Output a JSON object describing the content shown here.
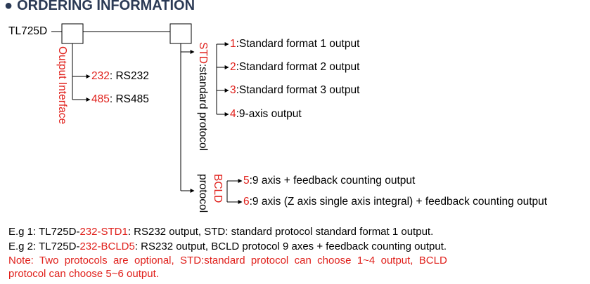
{
  "heading": "ORDERING INFORMATION",
  "model": "TL725D",
  "interface_label": "Output Interface",
  "interfaces": [
    {
      "code": "232",
      "text": ": RS232"
    },
    {
      "code": "485",
      "text": ": RS485"
    }
  ],
  "std_code": "STD",
  "std_label": ":standard protocol",
  "bcld_code": "BCLD",
  "bcld_label": "protocol",
  "std_outputs": [
    {
      "code": "1",
      "text": ":Standard format 1 output"
    },
    {
      "code": "2",
      "text": ":Standard format 2 output"
    },
    {
      "code": "3",
      "text": ":Standard format 3 output"
    },
    {
      "code": "4",
      "text": ":9-axis output"
    }
  ],
  "bcld_outputs": [
    {
      "code": "5",
      "text": ":9 axis + feedback counting output"
    },
    {
      "code": "6",
      "text": ":9 axis (Z axis single axis integral) + feedback counting output"
    }
  ],
  "examples": [
    {
      "prefix": "E.g 1: TL725D-",
      "code1": "232",
      "dash": "-",
      "code2": "STD1",
      "rest": ": RS232 output, STD: standard protocol standard format 1 output."
    },
    {
      "prefix": "E.g 2: TL725D-",
      "code1": "232",
      "dash": "-",
      "code2": "BCLD5",
      "rest": ": RS232 output, BCLD protocol 9 axes + feedback counting output."
    }
  ],
  "note_line1": "Note:  Two  protocols  are  optional,  STD:standard  protocol  can  choose  1~4  output,  BCLD",
  "note_line2": "protocol can choose 5~6 output.",
  "colors": {
    "heading": "#2b3a55",
    "accent_red": "#e0201b"
  }
}
